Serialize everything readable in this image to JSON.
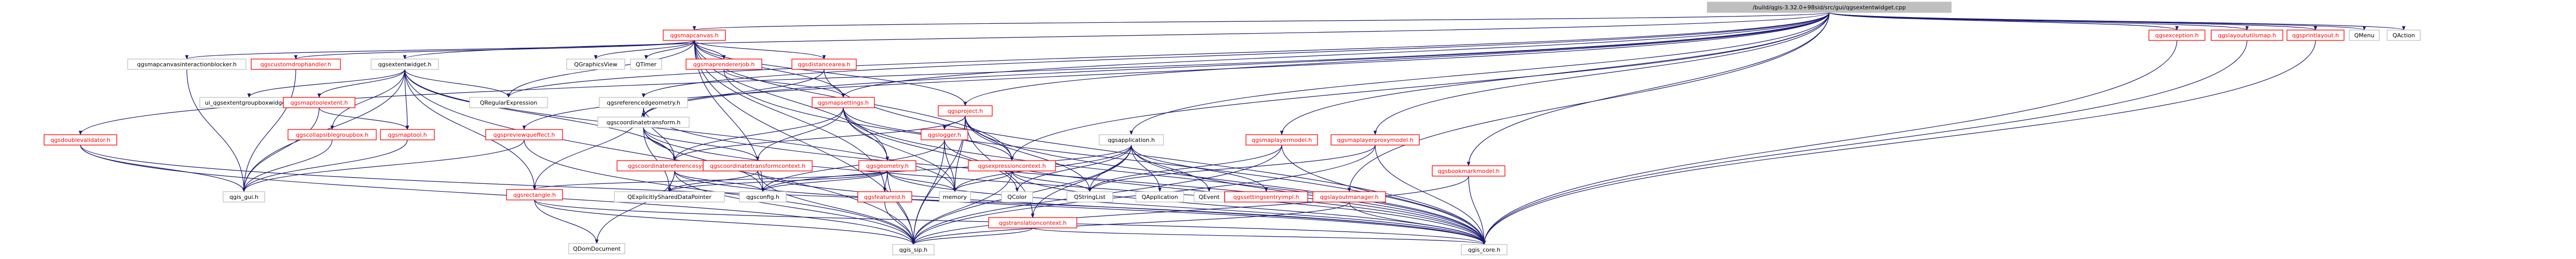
{
  "title": "/build/qgis-3.32.0+98sid/src/gui/qgsextentwidget.cpp",
  "colors": {
    "root_fill": "#bfbfbf",
    "node_fill": "#ffffff",
    "node_border": "#bfbfbf",
    "project_border": "#ff0000",
    "project_text": "#ff0000",
    "external_text": "#000000",
    "edge": "#191970"
  },
  "nodes": [
    {
      "id": "root",
      "label": "/build/qgis-3.32.0+98sid/src/gui/qgsextentwidget.cpp",
      "kind": "root"
    },
    {
      "id": "qgsmapcanvas",
      "label": "qgsmapcanvas.h",
      "kind": "project"
    },
    {
      "id": "qgsexception",
      "label": "qgsexception.h",
      "kind": "project"
    },
    {
      "id": "qgslayoututils",
      "label": "qgslayoututilsmap.h",
      "kind": "project"
    },
    {
      "id": "qgsprintlayout",
      "label": "qgsprintlayout.h",
      "kind": "project"
    },
    {
      "id": "qmenu",
      "label": "QMenu",
      "kind": "external"
    },
    {
      "id": "qaction",
      "label": "QAction",
      "kind": "external"
    },
    {
      "id": "qgsmapcanvasinteractionblocker",
      "label": "qgsmapcanvasinteractionblocker.h",
      "kind": "external"
    },
    {
      "id": "qgscustomdrophandler",
      "label": "qgscustomdrophandler.h",
      "kind": "project"
    },
    {
      "id": "qgsextentwidget",
      "label": "qgsextentwidget.h",
      "kind": "external"
    },
    {
      "id": "qgsregularexpression",
      "label": "QRegularExpression",
      "kind": "external"
    },
    {
      "id": "qgraphicsview",
      "label": "QGraphicsView",
      "kind": "external"
    },
    {
      "id": "qtimer",
      "label": "QTimer",
      "kind": "external"
    },
    {
      "id": "qgsmaprendererjob",
      "label": "qgsmaprendererjob.h",
      "kind": "project"
    },
    {
      "id": "qgsdistancearea",
      "label": "qgsdistancearea.h",
      "kind": "project"
    },
    {
      "id": "qgsproject",
      "label": "qgsproject.h",
      "kind": "project"
    },
    {
      "id": "qgsapplication",
      "label": "qgsapplication.h",
      "kind": "external"
    },
    {
      "id": "qgsmaplayermodel",
      "label": "qgsmaplayermodel.h",
      "kind": "project"
    },
    {
      "id": "qgsmaplayerproxymodel",
      "label": "qgsmaplayerproxymodel.h",
      "kind": "project"
    },
    {
      "id": "qgsdoublevalidator",
      "label": "qgsdoublevalidator.h",
      "kind": "project"
    },
    {
      "id": "ui_qgsextentgroupbox",
      "label": "ui_qgsextentgroupboxwidget.h",
      "kind": "external"
    },
    {
      "id": "qgsmaptoolextent",
      "label": "qgsmaptoolextent.h",
      "kind": "project"
    },
    {
      "id": "qgscollapsiblegroupbox",
      "label": "qgscollapsiblegroupbox.h",
      "kind": "project"
    },
    {
      "id": "qgsmaptool",
      "label": "qgsmaptool.h",
      "kind": "project"
    },
    {
      "id": "qgspreviewquadeffect",
      "label": "qgspreviewqueffect.h",
      "kind": "project"
    },
    {
      "id": "qgsreferencedgeometry",
      "label": "qgsreferencedgeometry.h",
      "kind": "external"
    },
    {
      "id": "qgscoordinatetransform",
      "label": "qgscoordinatetransform.h",
      "kind": "external"
    },
    {
      "id": "qgsmapsettings",
      "label": "qgsmapsettings.h",
      "kind": "project"
    },
    {
      "id": "qgscoordinatereferencesystem",
      "label": "qgscoordinatereferencesystem.h",
      "kind": "project"
    },
    {
      "id": "qgscoordinatetransformcontext",
      "label": "qgscoordinatetransformcontext.h",
      "kind": "project"
    },
    {
      "id": "qgsgeometry",
      "label": "qgsgeometry.h",
      "kind": "project"
    },
    {
      "id": "qgsexpressioncontext",
      "label": "qgsexpressioncontext.h",
      "kind": "project"
    },
    {
      "id": "qgslogger",
      "label": "qgslogger.h",
      "kind": "project"
    },
    {
      "id": "qgsrectangle",
      "label": "qgsrectangle.h",
      "kind": "project"
    },
    {
      "id": "qgsfeatureid",
      "label": "qgsfeatureid.h",
      "kind": "project"
    },
    {
      "id": "qgsconfig",
      "label": "qgsconfig.h",
      "kind": "external"
    },
    {
      "id": "qexplicitlyshareddatapointer",
      "label": "QExplicitlySharedDataPointer",
      "kind": "external"
    },
    {
      "id": "memory",
      "label": "memory",
      "kind": "external"
    },
    {
      "id": "qcolor",
      "label": "QColor",
      "kind": "external"
    },
    {
      "id": "qstringlist",
      "label": "QStringList",
      "kind": "external"
    },
    {
      "id": "qgstranslationcontext",
      "label": "qgstranslationcontext.h",
      "kind": "project"
    },
    {
      "id": "qapplication",
      "label": "QApplication",
      "kind": "external"
    },
    {
      "id": "qevent",
      "label": "QEvent",
      "kind": "external"
    },
    {
      "id": "qgssettingsentryimpl",
      "label": "qgssettingsentryimpl.h",
      "kind": "project"
    },
    {
      "id": "qgslayoutmanager",
      "label": "qgslayoutmanager.h",
      "kind": "project"
    },
    {
      "id": "qgsbookmarkmodel",
      "label": "qgsbookmarkmodel.h",
      "kind": "project"
    },
    {
      "id": "qgis_gui",
      "label": "qgis_gui.h",
      "kind": "external"
    },
    {
      "id": "qdomdocument",
      "label": "QDomDocument",
      "kind": "external"
    },
    {
      "id": "qgis_sip",
      "label": "qgis_sip.h",
      "kind": "external"
    },
    {
      "id": "qgis_core",
      "label": "qgis_core.h",
      "kind": "external"
    }
  ],
  "edges": [
    [
      "root",
      "qgsmapcanvas"
    ],
    [
      "root",
      "qgsexception"
    ],
    [
      "root",
      "qgslayoututils"
    ],
    [
      "root",
      "qgsprintlayout"
    ],
    [
      "root",
      "qmenu"
    ],
    [
      "root",
      "qaction"
    ],
    [
      "root",
      "qgsextentwidget"
    ],
    [
      "root",
      "qgsproject"
    ],
    [
      "root",
      "qgsapplication"
    ],
    [
      "root",
      "qgsmaplayermodel"
    ],
    [
      "root",
      "qgsmaplayerproxymodel"
    ],
    [
      "root",
      "qgsdoublevalidator"
    ],
    [
      "root",
      "qgsreferencedgeometry"
    ],
    [
      "root",
      "qgscoordinatetransform"
    ],
    [
      "root",
      "qgsmapsettings"
    ],
    [
      "root",
      "qgslayoutmanager"
    ],
    [
      "root",
      "qgsbookmarkmodel"
    ],
    [
      "root",
      "qgsexpressioncontext"
    ],
    [
      "root",
      "qgsregularexpression"
    ],
    [
      "root",
      "qgspreviewquadeffect"
    ],
    [
      "qgsmapcanvas",
      "qgsmapcanvasinteractionblocker"
    ],
    [
      "qgsmapcanvas",
      "qgscustomdrophandler"
    ],
    [
      "qgsmapcanvas",
      "qgsregularexpression"
    ],
    [
      "qgsmapcanvas",
      "qgraphicsview"
    ],
    [
      "qgsmapcanvas",
      "qtimer"
    ],
    [
      "qgsmapcanvas",
      "qgsmaprendererjob"
    ],
    [
      "qgsmapcanvas",
      "qgsdistancearea"
    ],
    [
      "qgsmapcanvas",
      "qgsproject"
    ],
    [
      "qgsmapcanvas",
      "qgsexpressioncontext"
    ],
    [
      "qgsmapcanvas",
      "qgsgeometry"
    ],
    [
      "qgsmapcanvas",
      "qgsfeatureid"
    ],
    [
      "qgsmapcanvas",
      "qgsconfig"
    ],
    [
      "qgsmapcanvas",
      "qgis_sip"
    ],
    [
      "qgsmapcanvas",
      "qgsmapsettings"
    ],
    [
      "qgsmapcanvasinteractionblocker",
      "qgis_gui"
    ],
    [
      "qgscustomdrophandler",
      "qgis_gui"
    ],
    [
      "qgsextentwidget",
      "ui_qgsextentgroupbox"
    ],
    [
      "qgsextentwidget",
      "qgsmaptoolextent"
    ],
    [
      "qgsextentwidget",
      "qgscollapsiblegroupbox"
    ],
    [
      "qgsextentwidget",
      "qgsmaptool"
    ],
    [
      "qgsextentwidget",
      "qgscoordinatereferencesystem"
    ],
    [
      "qgsextentwidget",
      "qgsrectangle"
    ],
    [
      "qgsextentwidget",
      "qgis_gui"
    ],
    [
      "qgsextentwidget",
      "qgis_sip"
    ],
    [
      "qgsextentwidget",
      "qgsregularexpression"
    ],
    [
      "qgsextentwidget",
      "memory"
    ],
    [
      "qgsmaptoolextent",
      "qgsmaptool"
    ],
    [
      "qgsmaptoolextent",
      "qgis_gui"
    ],
    [
      "qgscollapsiblegroupbox",
      "qgis_gui"
    ],
    [
      "qgsmaptool",
      "qgis_gui"
    ],
    [
      "qgspreviewquadeffect",
      "qgis_gui"
    ],
    [
      "qgspreviewquadeffect",
      "qgis_sip"
    ],
    [
      "qgsreferencedgeometry",
      "qgsrectangle"
    ],
    [
      "qgsreferencedgeometry",
      "qgscoordinatereferencesystem"
    ],
    [
      "qgsreferencedgeometry",
      "qgis_core"
    ],
    [
      "qgscoordinatetransform",
      "qgscoordinatereferencesystem"
    ],
    [
      "qgscoordinatetransform",
      "qgscoordinatetransformcontext"
    ],
    [
      "qgscoordinatetransform",
      "qgsconfig"
    ],
    [
      "qgscoordinatetransform",
      "qgis_core"
    ],
    [
      "qgscoordinatetransform",
      "qexplicitlyshareddatapointer"
    ],
    [
      "qgsmaprendererjob",
      "qgsmapsettings"
    ],
    [
      "qgsmaprendererjob",
      "qgis_core"
    ],
    [
      "qgsdistancearea",
      "qgscoordinatetransform"
    ],
    [
      "qgsdistancearea",
      "qgis_core"
    ],
    [
      "qgsmapsettings",
      "qgscoordinatereferencesystem"
    ],
    [
      "qgsmapsettings",
      "qgsgeometry"
    ],
    [
      "qgsmapsettings",
      "qgsexpressioncontext"
    ],
    [
      "qgsmapsettings",
      "qgscoordinatetransformcontext"
    ],
    [
      "qgsmapsettings",
      "memory"
    ],
    [
      "qgsmapsettings",
      "qcolor"
    ],
    [
      "qgsmapsettings",
      "qgis_core"
    ],
    [
      "qgscoordinatereferencesystem",
      "qgsconfig"
    ],
    [
      "qgscoordinatereferencesystem",
      "qexplicitlyshareddatapointer"
    ],
    [
      "qgscoordinatereferencesystem",
      "qgis_core"
    ],
    [
      "qgscoordinatereferencesystem",
      "qgis_sip"
    ],
    [
      "qgscoordinatereferencesystem",
      "qdomdocument"
    ],
    [
      "qgscoordinatetransformcontext",
      "qgis_core"
    ],
    [
      "qgscoordinatetransformcontext",
      "qgis_sip"
    ],
    [
      "qgscoordinatetransformcontext",
      "qexplicitlyshareddatapointer"
    ],
    [
      "qgsgeometry",
      "qgsfeatureid"
    ],
    [
      "qgsgeometry",
      "qgis_core"
    ],
    [
      "qgsgeometry",
      "qgis_sip"
    ],
    [
      "qgsgeometry",
      "qgsconfig"
    ],
    [
      "qgsgeometry",
      "qgsrectangle"
    ],
    [
      "qgsgeometry",
      "qexplicitlyshareddatapointer"
    ],
    [
      "qgsgeometry",
      "memory"
    ],
    [
      "qgsexpressioncontext",
      "qgis_core"
    ],
    [
      "qgsexpressioncontext",
      "qgis_sip"
    ],
    [
      "qgsexpressioncontext",
      "qstringlist"
    ],
    [
      "qgsexpressioncontext",
      "memory"
    ],
    [
      "qgsproject",
      "qgslogger"
    ],
    [
      "qgsproject",
      "qgis_core"
    ],
    [
      "qgsproject",
      "qgis_sip"
    ],
    [
      "qgsproject",
      "qgscoordinatereferencesystem"
    ],
    [
      "qgsproject",
      "qgsexpressioncontext"
    ],
    [
      "qgsproject",
      "qgstranslationcontext"
    ],
    [
      "qgsproject",
      "qstringlist"
    ],
    [
      "qgsproject",
      "memory"
    ],
    [
      "qgslogger",
      "qgsconfig"
    ],
    [
      "qgslogger",
      "qgis_core"
    ],
    [
      "qgslogger",
      "qgis_sip"
    ],
    [
      "qgslogger",
      "memory"
    ],
    [
      "qgsrectangle",
      "qgis_core"
    ],
    [
      "qgsrectangle",
      "qgis_sip"
    ],
    [
      "qgsrectangle",
      "qdomdocument"
    ],
    [
      "qgsfeatureid",
      "qgis_sip"
    ],
    [
      "qgsapplication",
      "qgsconfig"
    ],
    [
      "qgsapplication",
      "qgstranslationcontext"
    ],
    [
      "qgsapplication",
      "qapplication"
    ],
    [
      "qgsapplication",
      "qevent"
    ],
    [
      "qgsapplication",
      "qstringlist"
    ],
    [
      "qgsapplication",
      "qgssettingsentryimpl"
    ],
    [
      "qgsapplication",
      "qcolor"
    ],
    [
      "qgsapplication",
      "memory"
    ],
    [
      "qgsapplication",
      "qgis_core"
    ],
    [
      "qgsapplication",
      "qgis_sip"
    ],
    [
      "qgstranslationcontext",
      "qgis_core"
    ],
    [
      "qgstranslationcontext",
      "qgis_sip"
    ],
    [
      "qgsmaplayermodel",
      "qstringlist"
    ],
    [
      "qgsmaplayermodel",
      "qgis_core"
    ],
    [
      "qgsmaplayermodel",
      "qgis_sip"
    ],
    [
      "qgsmaplayerproxymodel",
      "qstringlist"
    ],
    [
      "qgsmaplayerproxymodel",
      "qgis_core"
    ],
    [
      "qgsmaplayerproxymodel",
      "qgis_sip"
    ],
    [
      "qgslayoutmanager",
      "qgis_core"
    ],
    [
      "qgslayoutmanager",
      "qgis_sip"
    ],
    [
      "qgsbookmarkmodel",
      "qgis_core"
    ],
    [
      "qgsbookmarkmodel",
      "qgis_sip"
    ],
    [
      "qgsexception",
      "qgis_core"
    ],
    [
      "qgslayoututils",
      "qgis_core"
    ],
    [
      "qgsprintlayout",
      "qgis_core"
    ],
    [
      "qgsdoublevalidator",
      "qgis_core"
    ],
    [
      "qgsdoublevalidator",
      "qgis_gui"
    ],
    [
      "qgsdoublevalidator",
      "qgis_sip"
    ]
  ]
}
